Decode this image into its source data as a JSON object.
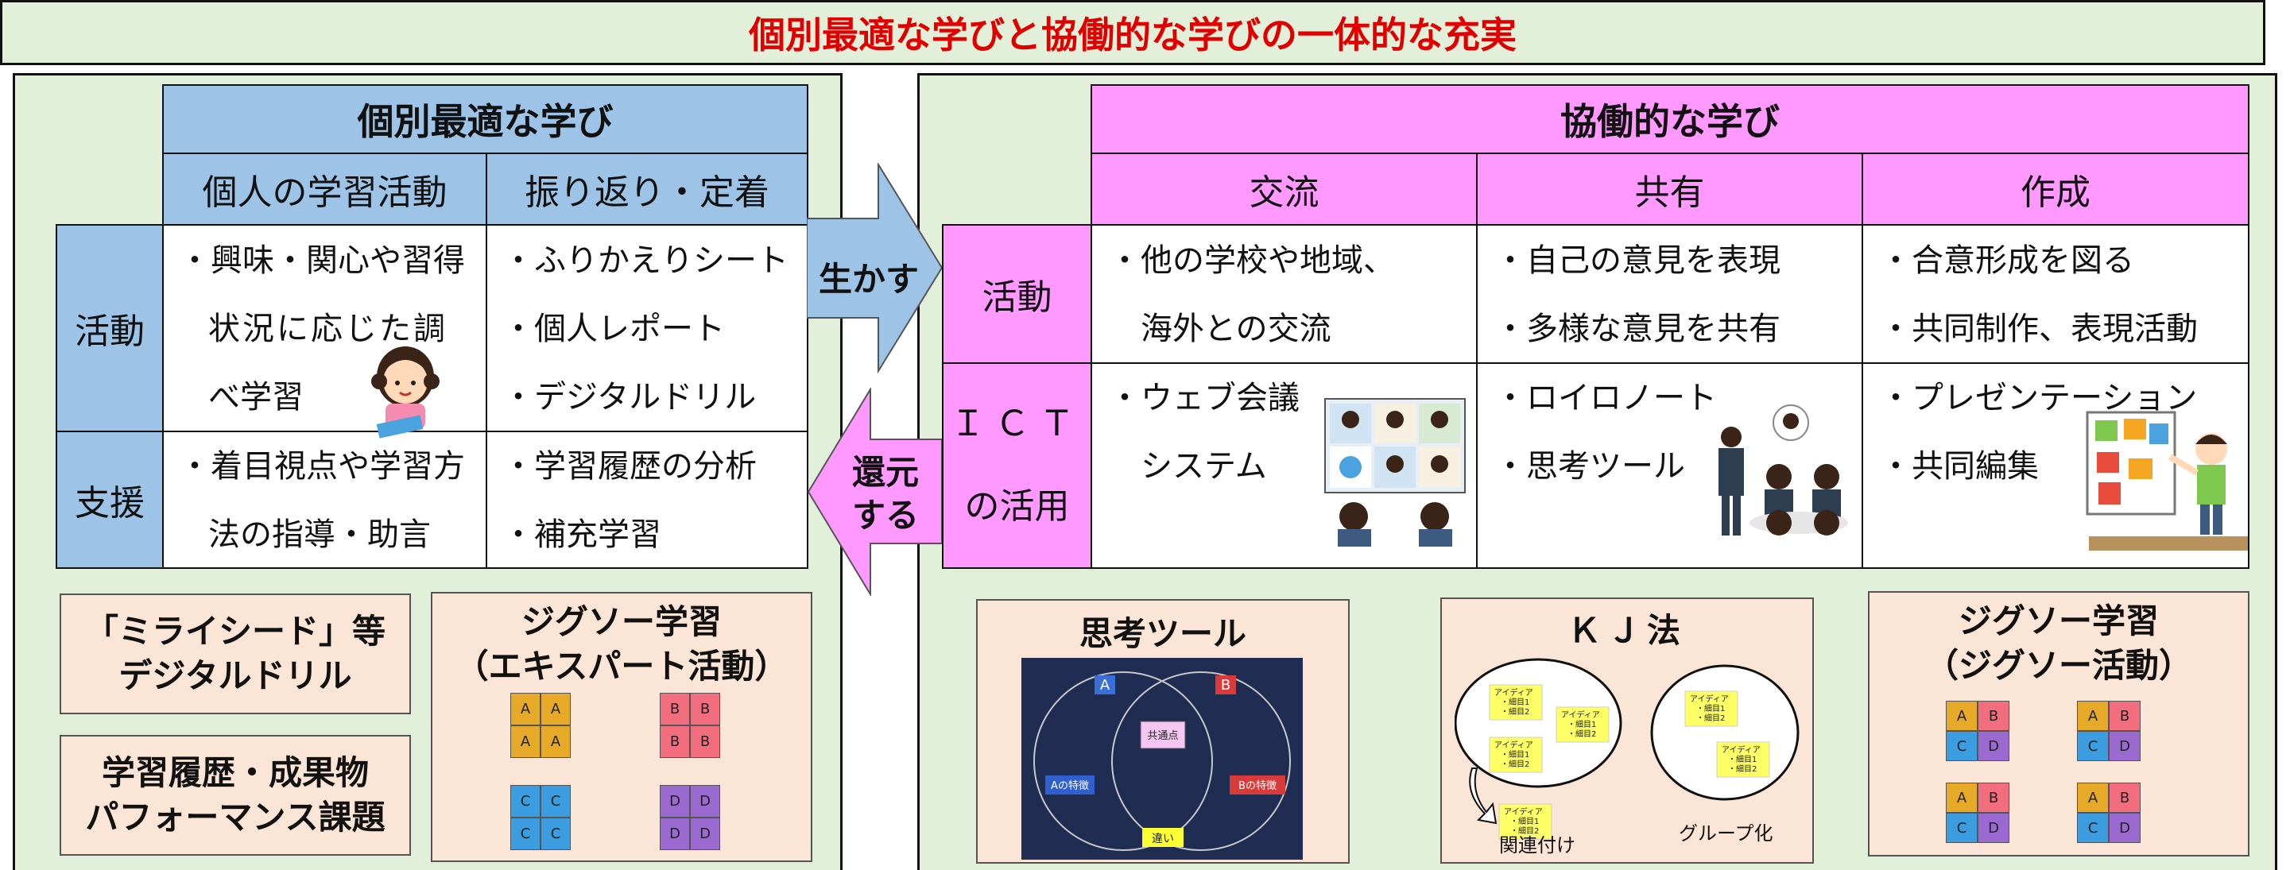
{
  "title": "個別最適な学びと協働的な学びの一体的な充実",
  "left": {
    "header": "個別最適な学び",
    "col1": "個人の学習活動",
    "col2": "振り返り・定着",
    "row_activity": "活動",
    "row_support": "支援",
    "activity_c1": [
      "・興味・関心や習得",
      "状況に応じた調",
      "べ学習"
    ],
    "activity_c2": [
      "・ふりかえりシート",
      "・個人レポート",
      "・デジタルドリル"
    ],
    "support_c1": [
      "・着目視点や学習方",
      "法の指導・助言"
    ],
    "support_c2": [
      "・学習履歴の分析",
      "・補充学習"
    ],
    "box_miraiseed": [
      "「ミライシード」等",
      "デジタルドリル"
    ],
    "box_history": [
      "学習履歴・成果物",
      "パフォーマンス課題"
    ],
    "box_jigsaw": [
      "ジグソー学習",
      "（エキスパート活動）"
    ],
    "jigsaw_tiles": [
      "A",
      "B",
      "C",
      "D"
    ]
  },
  "arrows": {
    "right": "生かす",
    "left": [
      "還元",
      "する"
    ]
  },
  "right": {
    "header": "協働的な学び",
    "col1": "交流",
    "col2": "共有",
    "col3": "作成",
    "row_activity": "活動",
    "row_ict": [
      "ＩＣＴ",
      "の活用"
    ],
    "activity_c1": [
      "・他の学校や地域、",
      "海外との交流"
    ],
    "activity_c2": [
      "・自己の意見を表現",
      "・多様な意見を共有"
    ],
    "activity_c3": [
      "・合意形成を図る",
      "・共同制作、表現活動"
    ],
    "ict_c1": [
      "・ウェブ会議",
      "システム"
    ],
    "ict_c2": [
      "・ロイロノート",
      "・思考ツール"
    ],
    "ict_c3": [
      "・プレゼンテーション",
      "・共同編集"
    ],
    "box_thinking": "思考ツール",
    "venn": {
      "a": "A",
      "b": "B",
      "common": "共通点",
      "a_feature": "Aの特徴",
      "b_feature": "Bの特徴",
      "diff": "違い"
    },
    "box_kj": "ＫＪ法",
    "kj": {
      "note_title": "アイディア",
      "note_line1": "・細目1",
      "note_line2": "・細目2",
      "relate": "関連付け",
      "group": "グループ化"
    },
    "box_jigsaw": [
      "ジグソー学習",
      "（ジグソー活動）"
    ]
  },
  "colors": {
    "title_red": "#e00000",
    "panel_green": "#e2efd9",
    "blue": "#9dc3e6",
    "pink": "#ff99ff",
    "box_peach": "#fbe5d6",
    "venn_navy": "#1f2d52"
  }
}
